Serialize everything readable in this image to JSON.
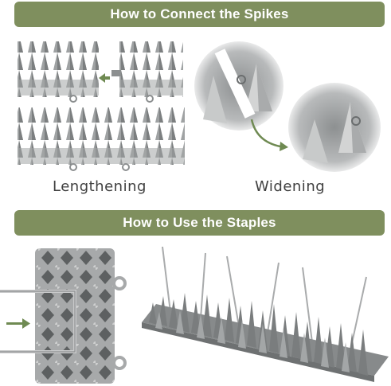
{
  "sections": {
    "connect": {
      "title": "How to Connect the Spikes"
    },
    "use": {
      "title": "How to Use the Staples"
    }
  },
  "captions": {
    "lengthening": "Lengthening",
    "widening": "Widening"
  },
  "colors": {
    "banner": "#7f8f5e",
    "arrow": "#6f8a52",
    "spike_gray": "#8c8f90",
    "base_gray": "#9a9c9d"
  },
  "icons": [
    "arrow-right-icon",
    "arrow-down-right-icon"
  ]
}
